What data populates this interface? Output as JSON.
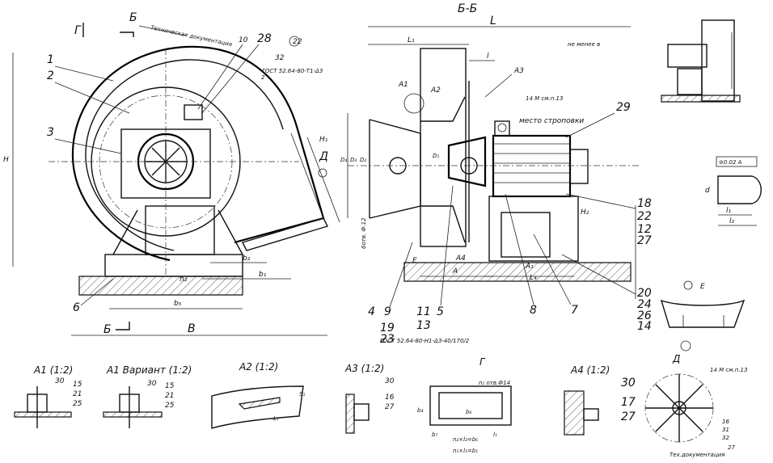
{
  "views": {
    "front": {
      "title": "Г",
      "section_mark": "Б",
      "tech_doc": "Техническая документация",
      "gost": "ГОСТ 52.64-80-Т1-Δ3",
      "dims": {
        "H": "H",
        "B": "B",
        "b1": "b₁",
        "b2": "b₂",
        "b5": "b₅",
        "H1": "H₁",
        "h2": "h₂",
        "D": "Д"
      },
      "callouts": [
        "1",
        "2",
        "3",
        "6",
        "10",
        "28",
        "32",
        "22",
        "2"
      ]
    },
    "section": {
      "title": "Б-Б",
      "note_top": "не менее в",
      "lift": "место строповки",
      "holes": "6отв. Ф.12",
      "gost": "ГОСТ 52.64-80-Н1-Δ3-40/170/2",
      "mark": "14 М см.п.13",
      "zone": "E",
      "dims": {
        "L": "L",
        "L1": "L₁",
        "l": "l",
        "A": "A",
        "A1": "A₁",
        "L4": "L₄",
        "H2": "H₂",
        "D1": "D₁",
        "D2": "D₂",
        "D3": "D₃",
        "D4": "D₄"
      },
      "callouts_a": [
        "A1",
        "A2",
        "A3",
        "A4"
      ],
      "callouts": [
        "29",
        "18",
        "22",
        "12",
        "27",
        "20",
        "24",
        "26",
        "14",
        "4",
        "9",
        "19",
        "23",
        "11",
        "5",
        "13",
        "8",
        "7"
      ]
    },
    "detail_e": {
      "title": "E"
    },
    "detail_key": {
      "mark": "⊘0.02 A",
      "d": "d",
      "l1": "l₁",
      "l2": "l₂"
    },
    "detail_a1": {
      "title": "A1 (1:2)",
      "callouts": [
        "30",
        "15",
        "21",
        "25"
      ]
    },
    "detail_a1v": {
      "title": "A1 Вариант (1:2)",
      "callouts": [
        "30",
        "15",
        "21",
        "25"
      ]
    },
    "detail_a2": {
      "title": "A2 (1:2)",
      "dims": [
        "S₁",
        "L₅"
      ]
    },
    "detail_a3": {
      "title": "A3 (1:2)",
      "callouts": [
        "30",
        "16",
        "27"
      ]
    },
    "detail_g": {
      "title": "Г",
      "holes": "n₁ отв.Ф14",
      "dims": {
        "b4": "b₄",
        "b6": "b₆",
        "b7": "b₇",
        "n2": "n₂×l₂=b₆",
        "n": "n₁×l₁=b₁",
        "l1": "l₁"
      }
    },
    "detail_a4": {
      "title": "A4 (1:2)",
      "callouts": [
        "30",
        "17",
        "27"
      ]
    },
    "detail_d": {
      "title": "Д",
      "mark": "14 М см.п.13",
      "tech_doc": "Тех.документация",
      "callouts": [
        "16",
        "31",
        "32",
        "27"
      ]
    }
  }
}
